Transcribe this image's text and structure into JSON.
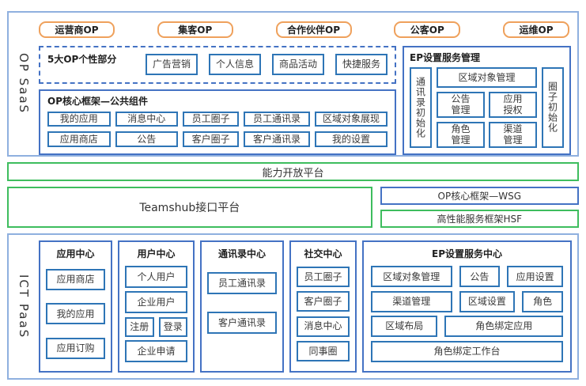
{
  "colors": {
    "outer_border": "#8FB0DF",
    "panel_border": "#4472C4",
    "item_border": "#2E75B6",
    "orange_border": "#EFA15C",
    "green_border": "#3EBD5E"
  },
  "op_saas": {
    "label": "OP SaaS",
    "tabs": [
      "运营商OP",
      "集客OP",
      "合作伙伴OP",
      "公客OP",
      "运维OP"
    ],
    "personal": {
      "title": "5大OP个性部分",
      "items": [
        "广告营销",
        "个人信息",
        "商品活动",
        "快捷服务"
      ]
    },
    "core": {
      "title": "OP核心框架—公共组件",
      "rows": [
        [
          "我的应用",
          "消息中心",
          "员工圈子",
          "员工通讯录",
          "区域对象展现"
        ],
        [
          "应用商店",
          "公告",
          "客户圈子",
          "客户通讯录",
          "我的设置"
        ]
      ]
    },
    "ep": {
      "title": "EP设置服务管理",
      "left_vertical": "通讯录初始化",
      "wide": "区域对象管理",
      "cells": [
        "公告管理",
        "应用授权",
        "角色管理",
        "渠道管理"
      ],
      "right_vertical": "圈子初始化"
    }
  },
  "platform": {
    "capability": "能力开放平台",
    "teamshub": "Teamshub接口平台",
    "wsg": "OP核心框架—WSG",
    "hsf": "高性能服务框架HSF"
  },
  "ict_paas": {
    "label": "ICT PaaS",
    "app_center": {
      "title": "应用中心",
      "items": [
        "应用商店",
        "我的应用",
        "应用订购"
      ]
    },
    "user_center": {
      "title": "用户中心",
      "items": [
        "个人用户",
        "企业用户"
      ],
      "small": [
        "注册",
        "登录"
      ],
      "last": "企业申请"
    },
    "contacts_center": {
      "title": "通讯录中心",
      "items": [
        "员工通讯录",
        "客户通讯录"
      ]
    },
    "social_center": {
      "title": "社交中心",
      "items": [
        "员工圈子",
        "客户圈子",
        "消息中心",
        "同事圈"
      ]
    },
    "ep_center": {
      "title": "EP设置服务中心",
      "row1": [
        "区域对象管理",
        "公告",
        "应用设置"
      ],
      "row2": [
        "渠道管理",
        "区域设置",
        "角色"
      ],
      "row3": [
        "区域布局",
        "角色绑定应用"
      ],
      "row4": "角色绑定工作台"
    }
  }
}
